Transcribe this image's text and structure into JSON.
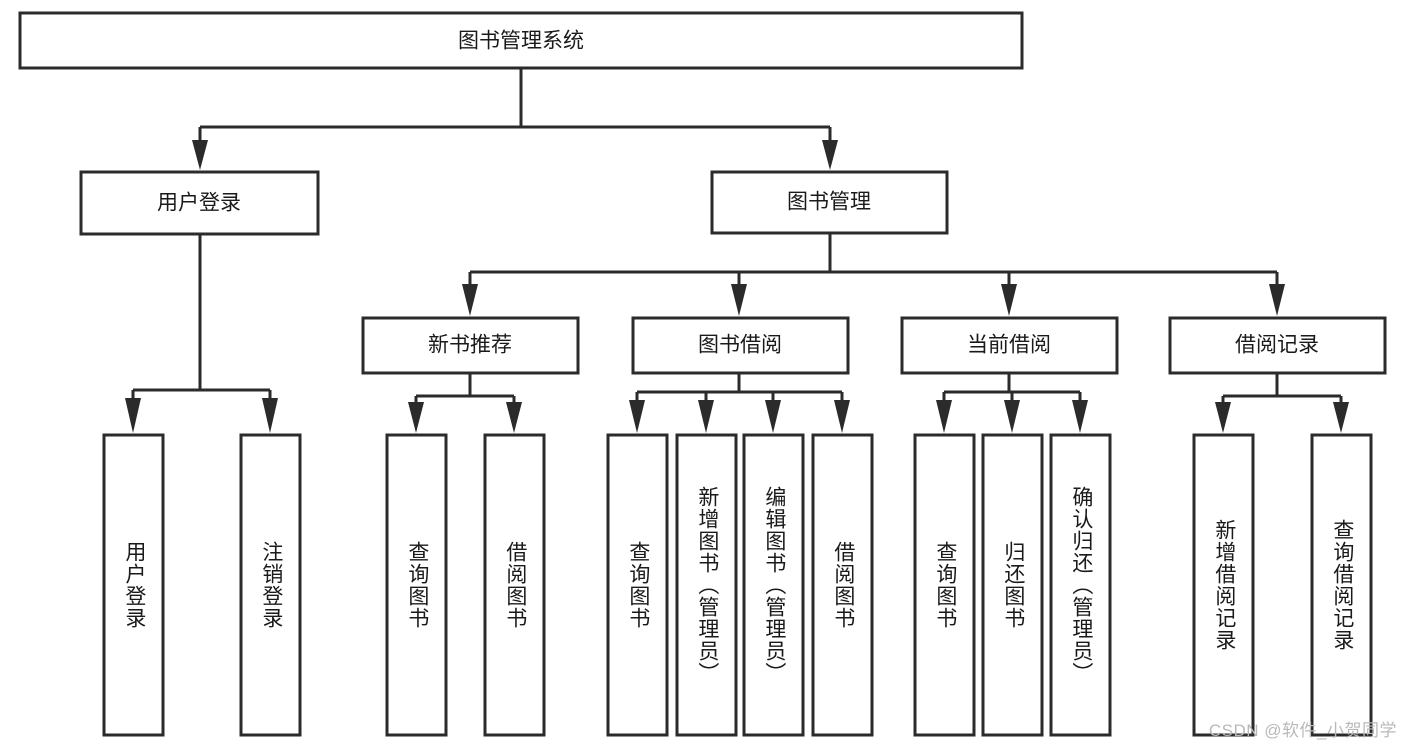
{
  "diagram": {
    "type": "tree-hierarchy",
    "title": "图书管理系统",
    "watermark": "CSDN @软件_小贺同学",
    "colors": {
      "box_stroke": "#2b2b2b",
      "box_fill": "#ffffff",
      "text": "#1a1a1a",
      "background": "#ffffff",
      "watermark": "#b9b9b9"
    },
    "levels": {
      "root": {
        "label": "图书管理系统",
        "orientation": "horizontal"
      },
      "level2": [
        {
          "label": "用户登录",
          "orientation": "horizontal"
        },
        {
          "label": "图书管理",
          "orientation": "horizontal"
        }
      ],
      "level3": [
        {
          "label": "新书推荐",
          "orientation": "horizontal"
        },
        {
          "label": "图书借阅",
          "orientation": "horizontal"
        },
        {
          "label": "当前借阅",
          "orientation": "horizontal"
        },
        {
          "label": "借阅记录",
          "orientation": "horizontal"
        }
      ],
      "leaves": {
        "用户登录": [
          {
            "label": "用户登录",
            "orientation": "vertical"
          },
          {
            "label": "注销登录",
            "orientation": "vertical"
          }
        ],
        "新书推荐": [
          {
            "label": "查询图书",
            "orientation": "vertical"
          },
          {
            "label": "借阅图书",
            "orientation": "vertical"
          }
        ],
        "图书借阅": [
          {
            "label": "查询图书",
            "orientation": "vertical"
          },
          {
            "label": "新增图书（管理员）",
            "orientation": "vertical"
          },
          {
            "label": "编辑图书（管理员）",
            "orientation": "vertical"
          },
          {
            "label": "借阅图书",
            "orientation": "vertical"
          }
        ],
        "当前借阅": [
          {
            "label": "查询图书",
            "orientation": "vertical"
          },
          {
            "label": "归还图书",
            "orientation": "vertical"
          },
          {
            "label": "确认归还（管理员）",
            "orientation": "vertical"
          }
        ],
        "借阅记录": [
          {
            "label": "新增借阅记录",
            "orientation": "vertical"
          },
          {
            "label": "查询借阅记录",
            "orientation": "vertical"
          }
        ]
      }
    },
    "nodes": {
      "root": "图书管理系统",
      "user_login": "用户登录",
      "book_manage": "图书管理",
      "new_book_rec": "新书推荐",
      "book_borrow": "图书借阅",
      "current_borrow": "当前借阅",
      "borrow_record": "借阅记录",
      "leaf_user_login": "用户登录",
      "leaf_user_logout": "注销登录",
      "leaf_rec_query": "查询图书",
      "leaf_rec_borrow": "借阅图书",
      "leaf_borrow_query": "查询图书",
      "leaf_borrow_add": "新增图书（管理员）",
      "leaf_borrow_edit": "编辑图书（管理员）",
      "leaf_borrow_do": "借阅图书",
      "leaf_cur_query": "查询图书",
      "leaf_cur_return": "归还图书",
      "leaf_cur_confirm": "确认归还（管理员）",
      "leaf_rec_add": "新增借阅记录",
      "leaf_rec_search": "查询借阅记录"
    }
  }
}
